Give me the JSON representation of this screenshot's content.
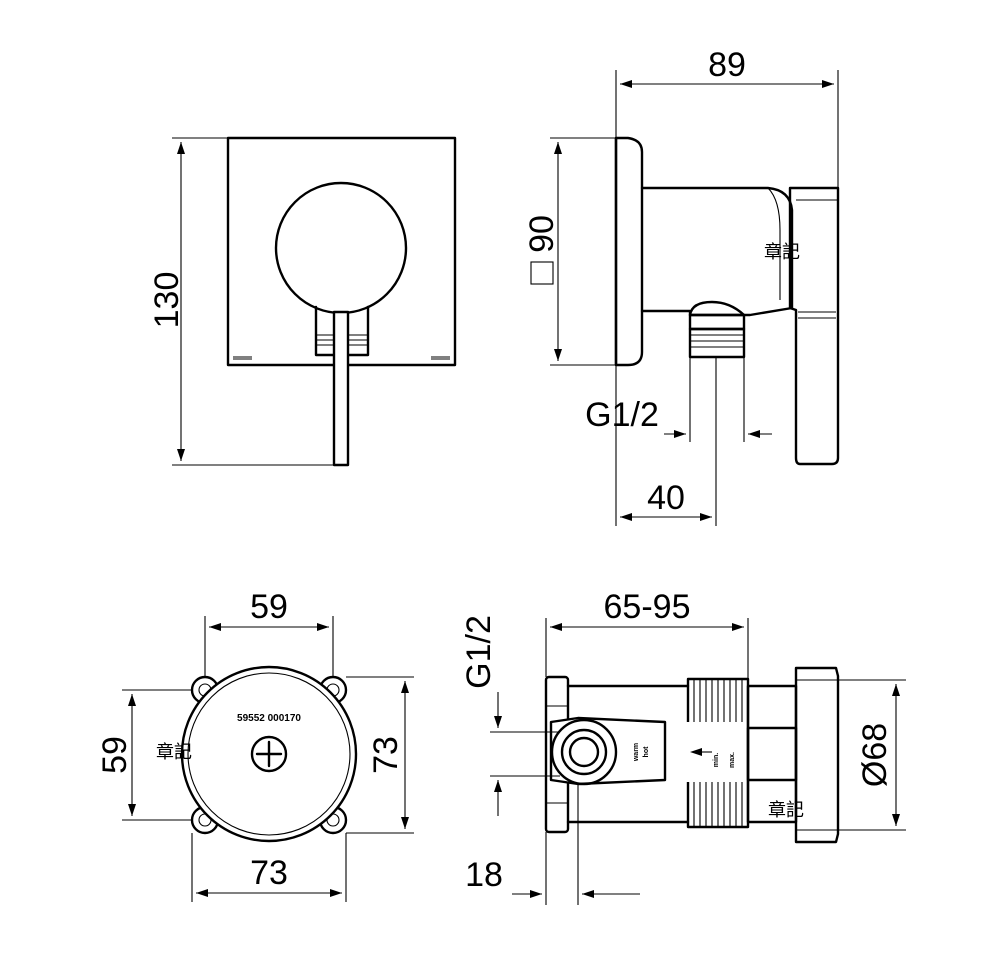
{
  "front_view": {
    "height_label": "130"
  },
  "side_view": {
    "width_label": "89",
    "square_label": "90",
    "thread_label": "G1/2",
    "offset_label": "40"
  },
  "box_front": {
    "width_label": "59",
    "height_label": "59",
    "outer_height_label": "73",
    "outer_width_label": "73",
    "serial_text": "59552 000170"
  },
  "box_side": {
    "depth_label": "65-95",
    "thread_label": "G1/2",
    "diameter_label": "Ø68",
    "base_label": "18",
    "warm_text": "warm",
    "hot_text": "hot",
    "min_text": "min.",
    "max_text": "max."
  },
  "watermarks": [
    "章記",
    "章記",
    "章記"
  ]
}
